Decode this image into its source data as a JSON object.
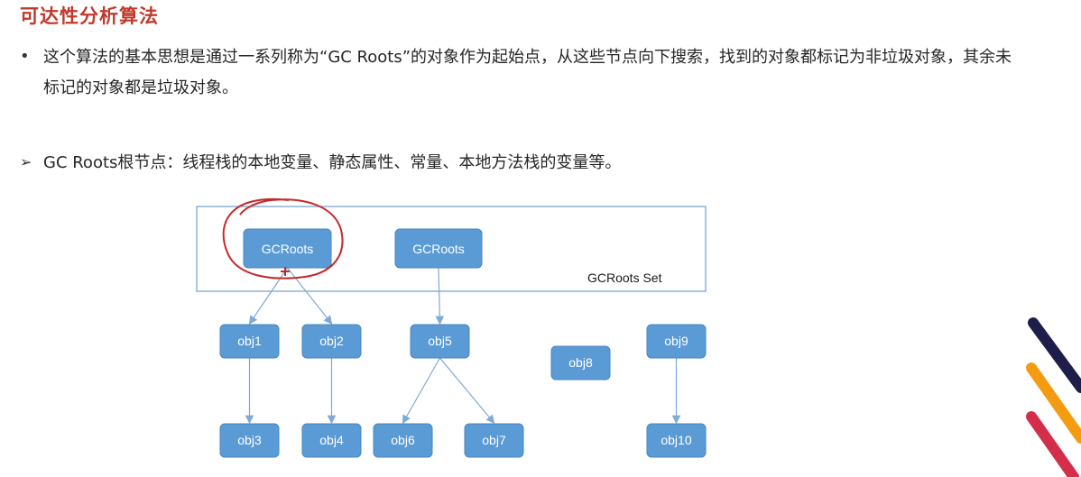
{
  "title": "可达性分析算法",
  "bullet1": {
    "text": "这个算法的基本思想是通过一系列称为“GC Roots”的对象作为起始点，从这些节点向下搜索，找到的对象都标记为非垃圾对象，其余未标记的对象都是垃圾对象。"
  },
  "bullet2": {
    "text": "GC Roots根节点：线程栈的本地变量、静态属性、常量、本地方法栈的变量等。"
  },
  "diagram": {
    "set_label": "GCRoots Set",
    "nodes": {
      "root1": "GCRoots",
      "root2": "GCRoots",
      "obj1": "obj1",
      "obj2": "obj2",
      "obj3": "obj3",
      "obj4": "obj4",
      "obj5": "obj5",
      "obj6": "obj6",
      "obj7": "obj7",
      "obj8": "obj8",
      "obj9": "obj9",
      "obj10": "obj10"
    },
    "edges": [
      [
        "root1",
        "obj1"
      ],
      [
        "root1",
        "obj2"
      ],
      [
        "root2",
        "obj5"
      ],
      [
        "obj1",
        "obj3"
      ],
      [
        "obj2",
        "obj4"
      ],
      [
        "obj5",
        "obj6"
      ],
      [
        "obj5",
        "obj7"
      ],
      [
        "obj9",
        "obj10"
      ]
    ]
  },
  "colors": {
    "title": "#c0392b",
    "node_fill": "#5b9bd5",
    "annotation_circle": "#c62828",
    "decor_navy": "#1f1d4a",
    "decor_orange": "#f39c12",
    "decor_red": "#d32f4a"
  }
}
